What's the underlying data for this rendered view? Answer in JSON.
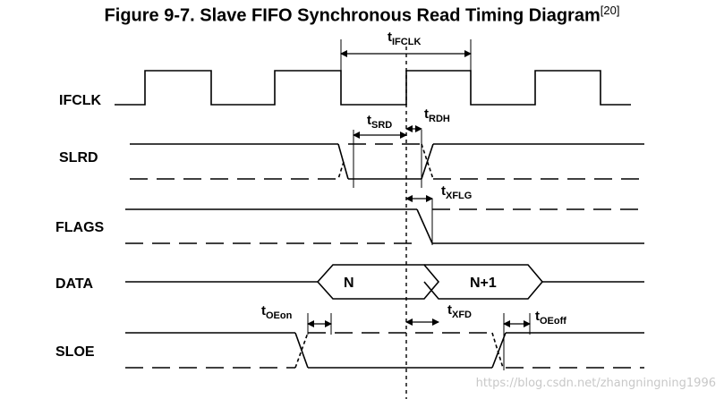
{
  "title": {
    "text": "Figure 9-7.  Slave FIFO Synchronous Read Timing Diagram",
    "ref": "[20]"
  },
  "signals": {
    "ifclk": "IFCLK",
    "slrd": "SLRD",
    "flags": "FLAGS",
    "data": "DATA",
    "sloe": "SLOE"
  },
  "data_values": {
    "n": "N",
    "n_plus_1": "N+1"
  },
  "timings": {
    "t_ifclk": {
      "t": "t",
      "sub": "IFCLK"
    },
    "t_srd": {
      "t": "t",
      "sub": "SRD"
    },
    "t_rdh": {
      "t": "t",
      "sub": "RDH"
    },
    "t_xflg": {
      "t": "t",
      "sub": "XFLG"
    },
    "t_oeon": {
      "t": "t",
      "sub": "OEon"
    },
    "t_xfd": {
      "t": "t",
      "sub": "XFD"
    },
    "t_oeoff": {
      "t": "t",
      "sub": "OEoff"
    }
  },
  "watermark": "https://blog.csdn.net/zhangningning1996"
}
